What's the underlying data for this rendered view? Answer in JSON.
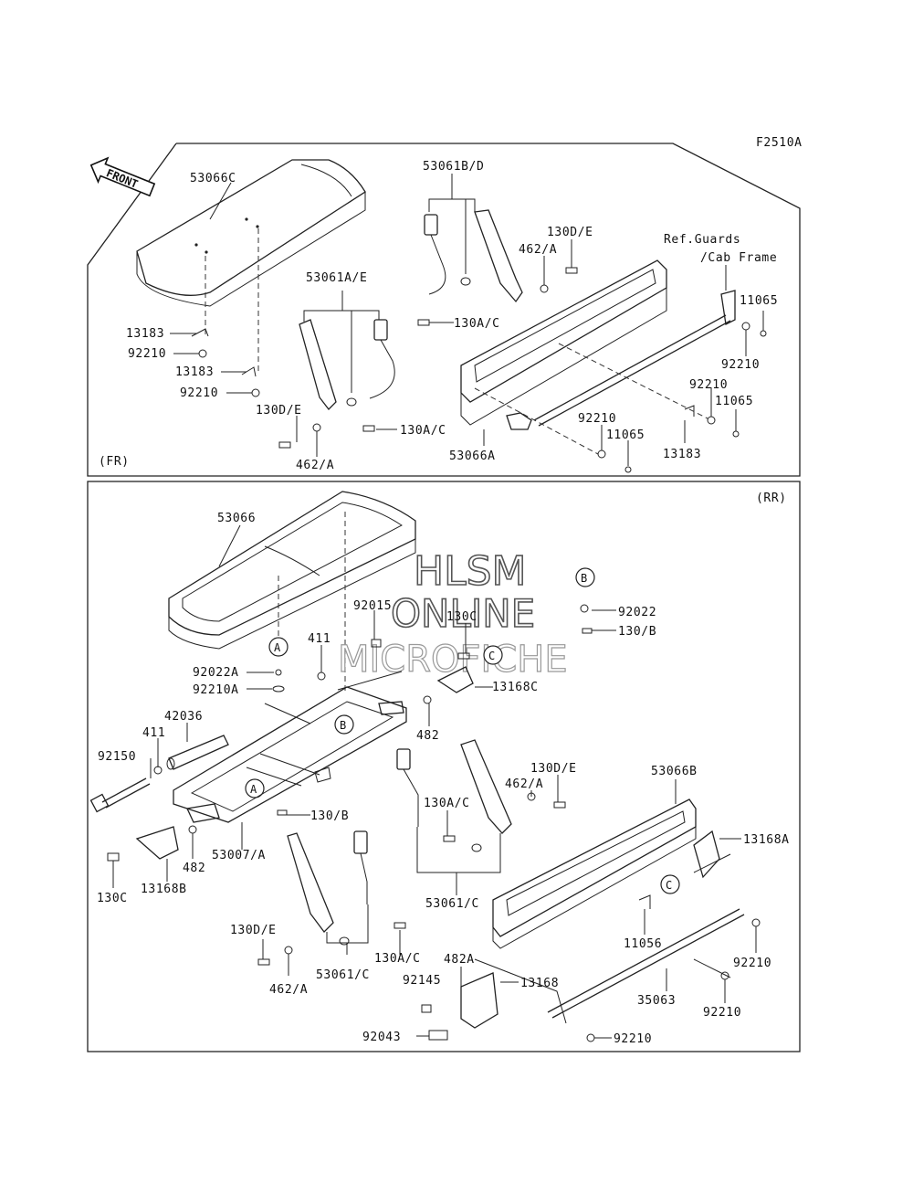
{
  "diagram_code": "F2510A",
  "front_arrow": {
    "label": "FRONT",
    "icon": "front-arrow-icon"
  },
  "sections": {
    "front": {
      "tag": "(FR)"
    },
    "rear": {
      "tag": "(RR)"
    }
  },
  "ref_note": {
    "line1": "Ref.Guards",
    "line2": "/Cab Frame"
  },
  "watermark": {
    "line1": "HLSM",
    "line2": "ONLINE",
    "line3": "MICROFICHE"
  },
  "callouts": {
    "a": "A",
    "b": "B",
    "c": "C"
  },
  "parts_front": {
    "p53066C": "53066C",
    "p53061BD": "53061B/D",
    "p130DE_top": "130D/E",
    "p462A_top": "462/A",
    "p130AC_top": "130A/C",
    "p53061AE": "53061A/E",
    "p13183_a": "13183",
    "p92210_a": "92210",
    "p13183_b": "13183",
    "p92210_b": "92210",
    "p130DE_bot": "130D/E",
    "p130AC_bot": "130A/C",
    "p462A_bot": "462/A",
    "p53066A": "53066A",
    "p11065_a": "11065",
    "p92210_c": "92210",
    "p92210_d": "92210",
    "p11065_b": "11065",
    "p92210_e": "92210",
    "p11065_c": "11065",
    "p13183_c": "13183"
  },
  "parts_rear": {
    "p53066": "53066",
    "p92015": "92015",
    "p130C_top": "130C",
    "p411_a": "411",
    "p92022A": "92022A",
    "p92210A": "92210A",
    "p13168C": "13168C",
    "p482_a": "482",
    "p42036": "42036",
    "p411_b": "411",
    "p92150": "92150",
    "p130B_mid": "130/B",
    "p53007A": "53007/A",
    "p482_b": "482",
    "p13168B": "13168B",
    "p130C_bot": "130C",
    "p92022": "92022",
    "p130B_right": "130/B",
    "p130DE_r": "130D/E",
    "p462A_r": "462/A",
    "p130AC_r": "130A/C",
    "p53061C_r": "53061/C",
    "p53066B": "53066B",
    "p13168A": "13168A",
    "p11056": "11056",
    "p92210_r1": "92210",
    "p92210_r2": "92210",
    "p92210_r3": "92210",
    "p35063": "35063",
    "p13168": "13168",
    "p482A": "482A",
    "p92145": "92145",
    "p92043": "92043",
    "p130DE_l": "130D/E",
    "p462A_l": "462/A",
    "p53061C_l": "53061/C",
    "p130AC_l": "130A/C"
  }
}
